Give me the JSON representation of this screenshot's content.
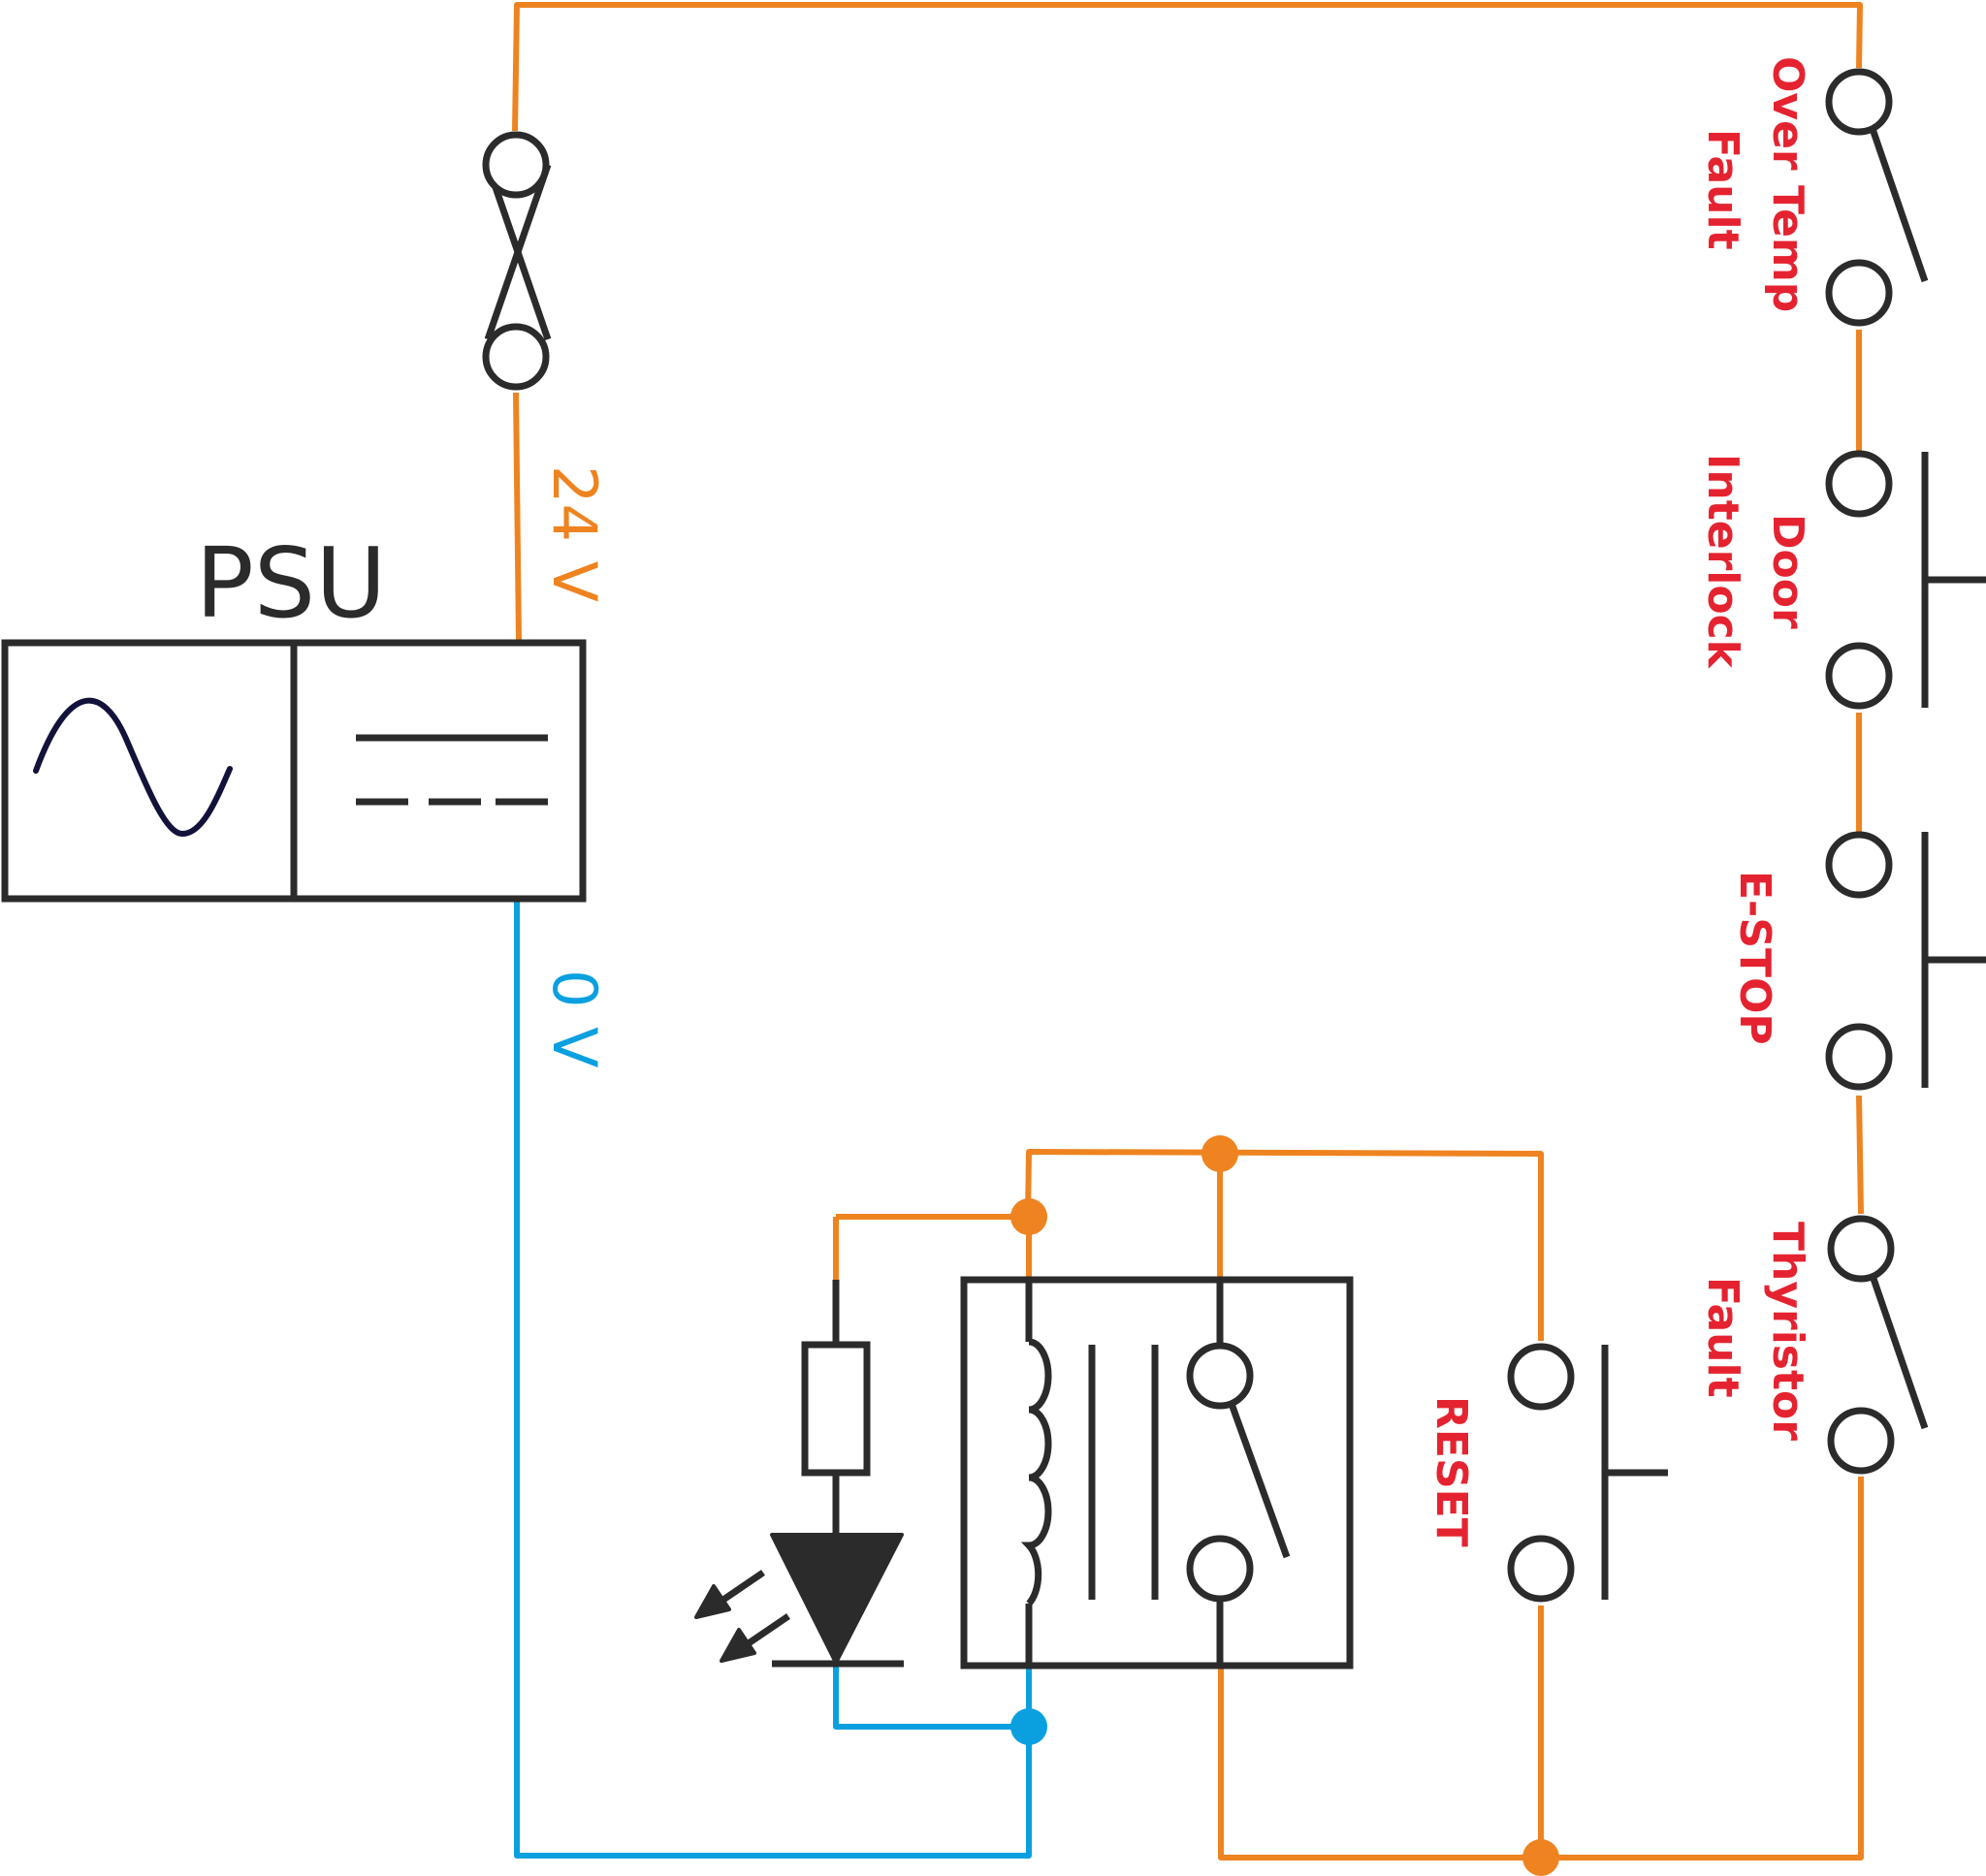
{
  "colors": {
    "positive_wire": "#ee8320",
    "zero_volt_wire": "#0aa0e0",
    "symbol": "#2b2b2b",
    "label": "#e52330",
    "sine": "#12123a"
  },
  "psu": {
    "title": "PSU"
  },
  "rails": {
    "positive": "24 V",
    "zero": "0 V"
  },
  "interlocks": [
    {
      "line1": "Over Temp",
      "line2": "Fault",
      "contact": "normally-closed"
    },
    {
      "line1": "Door",
      "line2": "Interlock",
      "contact": "push-button"
    },
    {
      "line1": "E-STOP",
      "line2": "",
      "contact": "push-button"
    },
    {
      "line1": "Thyristor",
      "line2": "Fault",
      "contact": "normally-closed"
    }
  ],
  "reset": {
    "label": "RESET",
    "contact": "push-button"
  },
  "icons": [
    "fuse-icon",
    "ac-sine-icon",
    "dc-symbol-icon",
    "resistor-icon",
    "led-icon",
    "relay-coil-icon",
    "relay-contact-icon",
    "junction-dot-icon"
  ]
}
